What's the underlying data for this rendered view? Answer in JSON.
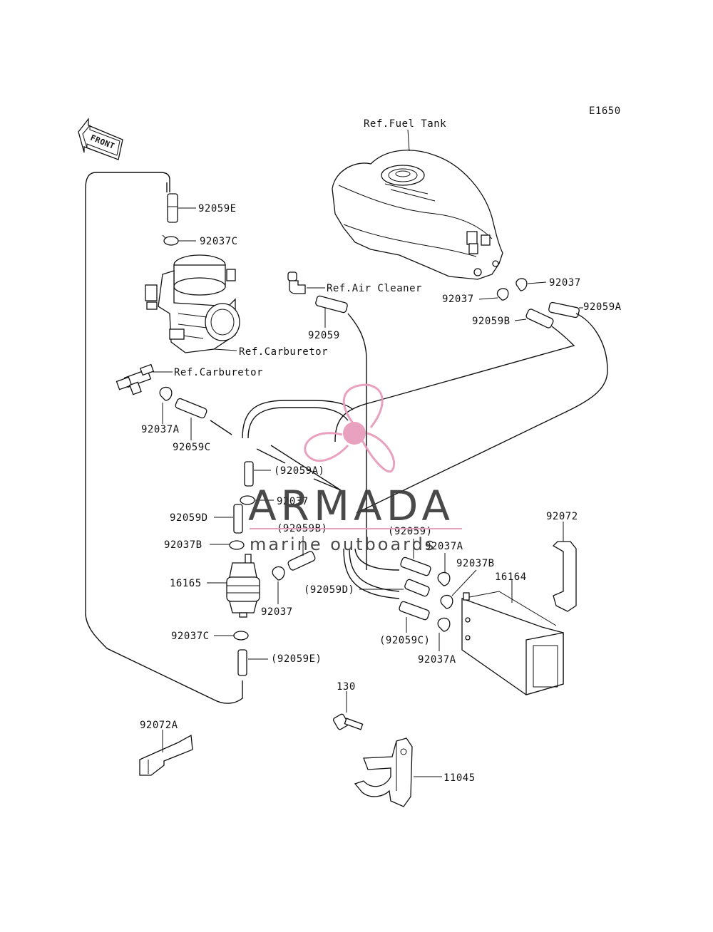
{
  "diagram_code": "E1650",
  "front_label": "FRONT",
  "watermark": {
    "brand": "ARMADA",
    "tagline": "marine outboards",
    "accent_color": "#e79ab9"
  },
  "callouts": {
    "ref_fuel_tank": "Ref.Fuel Tank",
    "ref_air_cleaner": "Ref.Air Cleaner",
    "ref_carburetor_1": "Ref.Carburetor",
    "ref_carburetor_2": "Ref.Carburetor",
    "p92059E": "92059E",
    "p92037C_top": "92037C",
    "p92037_tank_r": "92037",
    "p92037_tank_l": "92037",
    "p92059A": "92059A",
    "p92059B": "92059B",
    "p92059": "92059",
    "p92037A_left": "92037A",
    "p92059C": "92059C",
    "p92059A_paren": "(92059A)",
    "p92037_mid": "92037",
    "p92059D": "92059D",
    "p92059B_paren": "(92059B)",
    "p92059_paren": "(92059)",
    "p92037A_right_top": "92037A",
    "p92037B_left": "92037B",
    "p92037B_right": "92037B",
    "p16165": "16165",
    "p92037_pump": "92037",
    "p92059D_paren": "(92059D)",
    "p16164": "16164",
    "p92072": "92072",
    "p92059C_paren": "(92059C)",
    "p92037A_right_bot": "92037A",
    "p92037C_bot": "92037C",
    "p92059E_paren": "(92059E)",
    "p130": "130",
    "p92072A": "92072A",
    "p11045": "11045"
  }
}
